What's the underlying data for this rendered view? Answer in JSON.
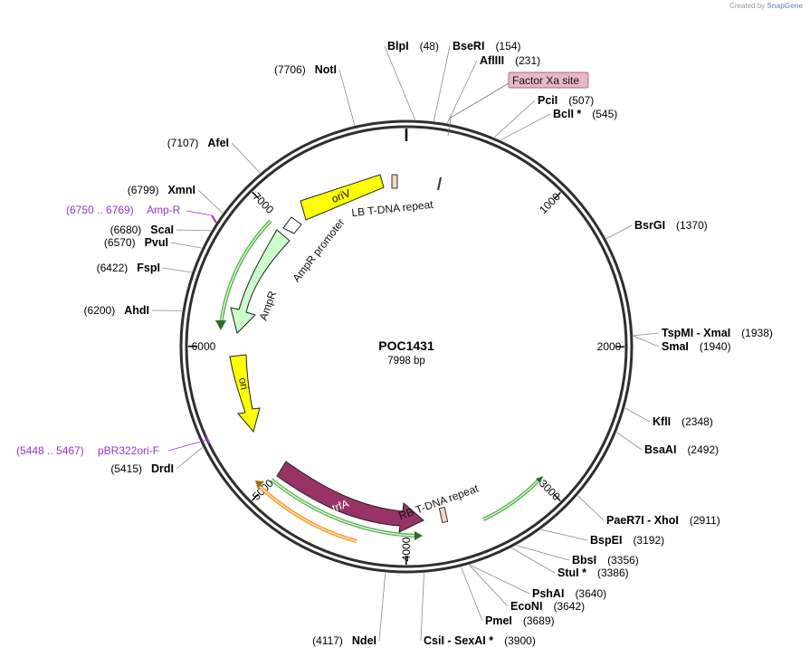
{
  "plasmid": {
    "name": "POC1431",
    "size_label": "7998 bp",
    "length": 7998
  },
  "watermark": {
    "created_by": "Created by",
    "brand": "SnapGene"
  },
  "ticks": [
    {
      "pos": 1000,
      "label": "1000"
    },
    {
      "pos": 2000,
      "label": "2000"
    },
    {
      "pos": 3000,
      "label": "3000"
    },
    {
      "pos": 4000,
      "label": "4000"
    },
    {
      "pos": 5000,
      "label": "5000"
    },
    {
      "pos": 6000,
      "label": "6000"
    },
    {
      "pos": 7000,
      "label": "7000"
    }
  ],
  "enzymes": [
    {
      "name": "BlpI",
      "pos": 48,
      "pos_label": "(48)"
    },
    {
      "name": "BseRI",
      "pos": 154,
      "pos_label": "(154)"
    },
    {
      "name": "AflIII",
      "pos": 231,
      "pos_label": "(231)"
    },
    {
      "name": "PciI",
      "pos": 507,
      "pos_label": "(507)"
    },
    {
      "name": "BclI *",
      "pos": 545,
      "pos_label": "(545)"
    },
    {
      "name": "BsrGI",
      "pos": 1370,
      "pos_label": "(1370)"
    },
    {
      "name": "TspMI  -  XmaI",
      "pos": 1938,
      "pos_label": "(1938)"
    },
    {
      "name": "SmaI",
      "pos": 1940,
      "pos_label": "(1940)"
    },
    {
      "name": "KflI",
      "pos": 2348,
      "pos_label": "(2348)"
    },
    {
      "name": "BsaAI",
      "pos": 2492,
      "pos_label": "(2492)"
    },
    {
      "name": "PaeR7I  -  XhoI",
      "pos": 2911,
      "pos_label": "(2911)"
    },
    {
      "name": "BspEI",
      "pos": 3192,
      "pos_label": "(3192)"
    },
    {
      "name": "BbsI",
      "pos": 3356,
      "pos_label": "(3356)"
    },
    {
      "name": "StuI *",
      "pos": 3386,
      "pos_label": "(3386)"
    },
    {
      "name": "PshAI",
      "pos": 3640,
      "pos_label": "(3640)"
    },
    {
      "name": "EcoNI",
      "pos": 3642,
      "pos_label": "(3642)"
    },
    {
      "name": "PmeI",
      "pos": 3689,
      "pos_label": "(3689)"
    },
    {
      "name": "CsiI  -  SexAI *",
      "pos": 3900,
      "pos_label": "(3900)"
    },
    {
      "name": "NdeI",
      "pos": 4117,
      "pos_label": "(4117)"
    },
    {
      "name": "DrdI",
      "pos": 5415,
      "pos_label": "(5415)"
    },
    {
      "name": "AhdI",
      "pos": 6200,
      "pos_label": "(6200)"
    },
    {
      "name": "FspI",
      "pos": 6422,
      "pos_label": "(6422)"
    },
    {
      "name": "PvuI",
      "pos": 6570,
      "pos_label": "(6570)"
    },
    {
      "name": "ScaI",
      "pos": 6680,
      "pos_label": "(6680)"
    },
    {
      "name": "XmnI",
      "pos": 6799,
      "pos_label": "(6799)"
    },
    {
      "name": "AfeI",
      "pos": 7107,
      "pos_label": "(7107)"
    },
    {
      "name": "NotI",
      "pos": 7706,
      "pos_label": "(7706)"
    }
  ],
  "primers": [
    {
      "name": "Amp-R",
      "range_label": "(6750 .. 6769)"
    },
    {
      "name": "pBR322ori-F",
      "range_label": "(5448 .. 5467)"
    }
  ],
  "features": [
    {
      "name": "oriV",
      "color": "#ffff00"
    },
    {
      "name": "ori",
      "color": "#ffff00"
    },
    {
      "name": "AmpR",
      "color": "#ccffcc"
    },
    {
      "name": "AmpR promoter",
      "color": "#ffffff"
    },
    {
      "name": "trfA",
      "color": "#993366"
    },
    {
      "name": "LB T-DNA repeat",
      "color": "#f5d6c0"
    },
    {
      "name": "RB T-DNA repeat",
      "color": "#f5d6c0"
    }
  ],
  "annotations": [
    {
      "name": "Factor Xa site",
      "color": "#e8b7c5"
    }
  ],
  "colors": {
    "primer": "#9932cc",
    "backbone": "#333333",
    "orf": "#58a84a",
    "orf_alt": "#ee9c22"
  }
}
